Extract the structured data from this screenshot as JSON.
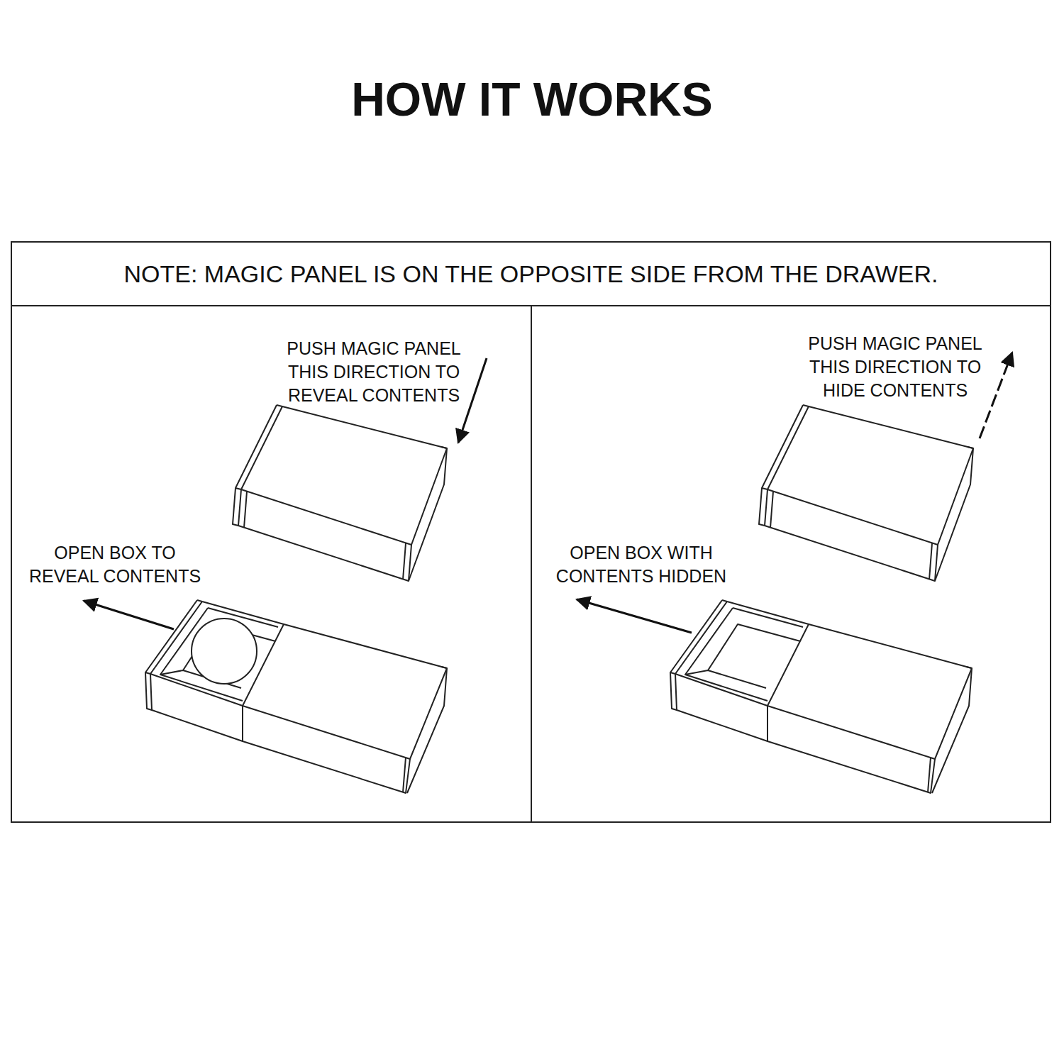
{
  "diagram": {
    "title": "HOW IT WORKS",
    "nodes": [
      {
        "text": [
          "NOTE: MAGIC PANEL IS ON THE OPPOSITE SIDE FROM THE DRAWER."
        ]
      },
      {
        "text": [
          "PUSH MAGIC PANEL THIS DIRECTION TO REVEAL CONTENTS",
          "OPEN BOX TO REVEAL CONTENTS"
        ]
      },
      {
        "text": [
          "PUSH MAGIC PANEL THIS DIRECTION TO HIDE CONTENTS",
          "OPEN BOX WITH CONTENTS HIDDEN"
        ]
      }
    ]
  }
}
